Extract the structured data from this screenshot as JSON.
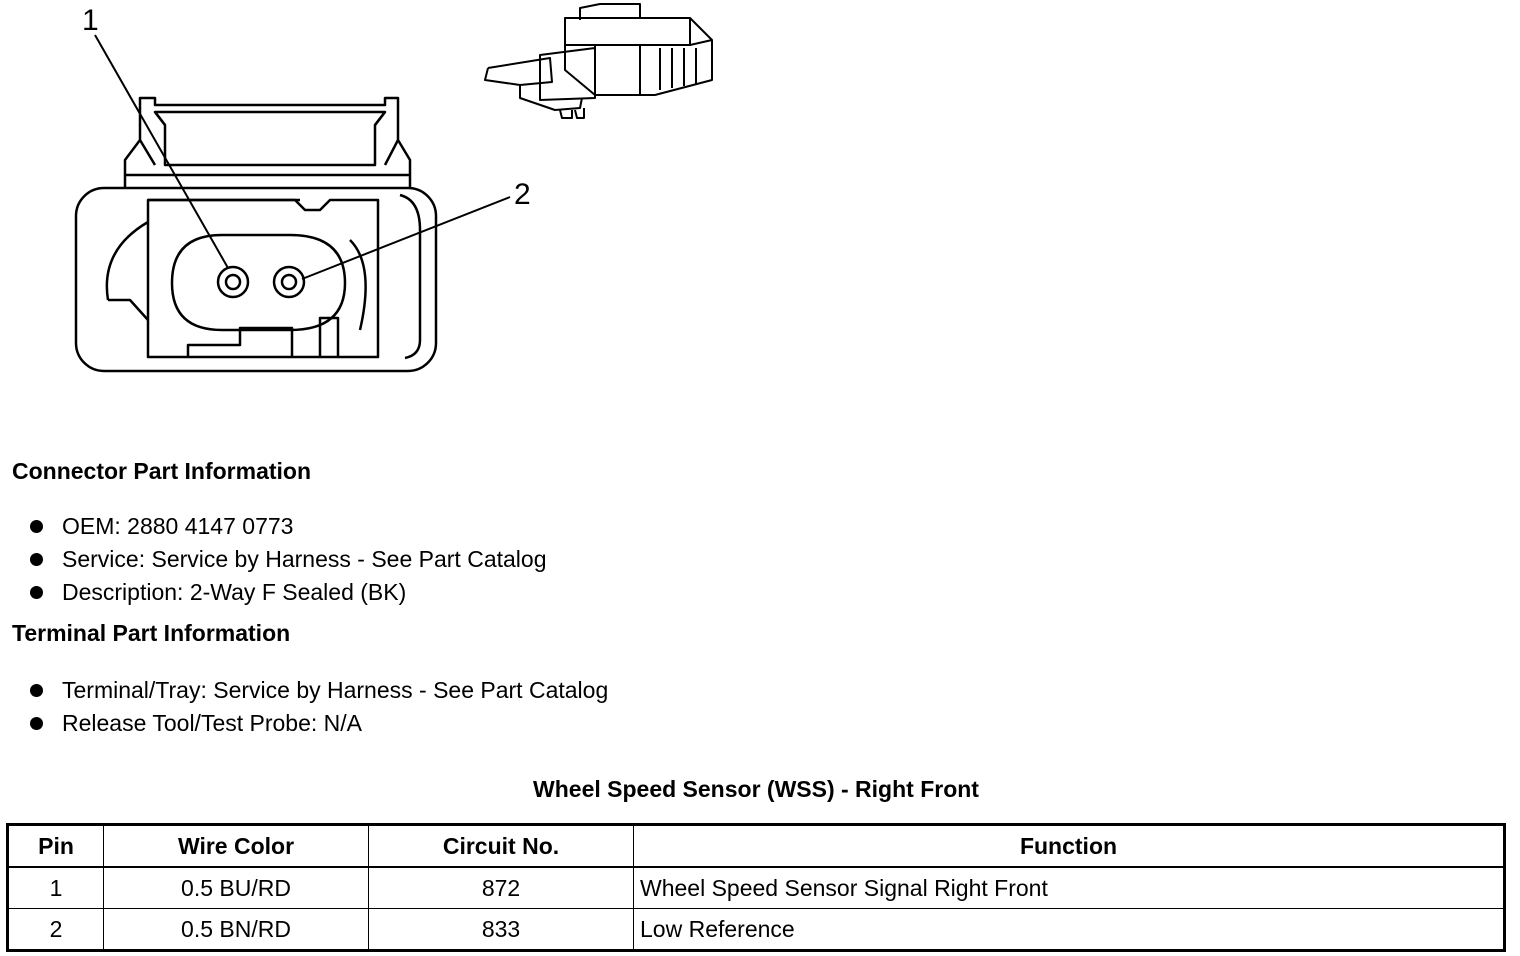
{
  "diagram": {
    "callouts": [
      "1",
      "2"
    ]
  },
  "connector_info": {
    "heading": "Connector Part Information",
    "items": [
      "OEM: 2880 4147 0773",
      "Service: Service by Harness - See Part Catalog",
      "Description: 2-Way F Sealed (BK)"
    ]
  },
  "terminal_info": {
    "heading": "Terminal Part Information",
    "items": [
      "Terminal/Tray: Service by Harness - See Part Catalog",
      "Release Tool/Test Probe: N/A"
    ]
  },
  "table": {
    "title": "Wheel Speed Sensor (WSS) - Right Front",
    "headers": [
      "Pin",
      "Wire Color",
      "Circuit No.",
      "Function"
    ],
    "rows": [
      [
        "1",
        "0.5 BU/RD",
        "872",
        "Wheel Speed Sensor Signal Right Front"
      ],
      [
        "2",
        "0.5 BN/RD",
        "833",
        "Low Reference"
      ]
    ]
  }
}
